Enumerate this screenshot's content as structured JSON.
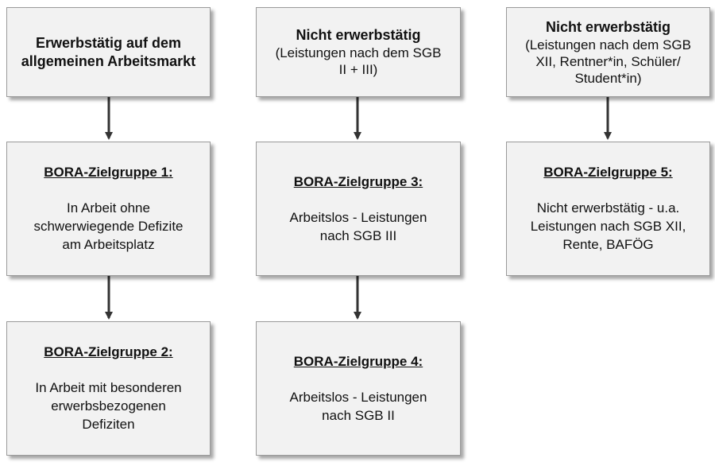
{
  "columns": [
    {
      "header": {
        "title_lines": [
          "Erwerbstätig auf dem",
          "allgemeinen Arbeitsmarkt"
        ],
        "sub_lines": []
      },
      "groups": [
        {
          "title": "BORA-Zielgruppe 1:",
          "lines": [
            "In Arbeit ohne",
            "schwerwiegende Defizite",
            "am Arbeitsplatz"
          ]
        },
        {
          "title": "BORA-Zielgruppe 2:",
          "lines": [
            "In Arbeit mit besonderen",
            "erwerbsbezogenen",
            "Defiziten"
          ]
        }
      ]
    },
    {
      "header": {
        "title_lines": [
          "Nicht erwerbstätig"
        ],
        "sub_lines": [
          "(Leistungen nach dem SGB",
          "II + III)"
        ]
      },
      "groups": [
        {
          "title": "BORA-Zielgruppe 3:",
          "lines": [
            "Arbeitslos - Leistungen",
            "nach SGB III"
          ]
        },
        {
          "title": "BORA-Zielgruppe 4:",
          "lines": [
            "Arbeitslos - Leistungen",
            "nach SGB II"
          ]
        }
      ]
    },
    {
      "header": {
        "title_lines": [
          "Nicht erwerbstätig"
        ],
        "sub_lines": [
          "(Leistungen nach dem SGB",
          "XII, Rentner*in, Schüler/",
          "Student*in)"
        ]
      },
      "groups": [
        {
          "title": "BORA-Zielgruppe 5:",
          "lines": [
            "Nicht erwerbstätig - u.a.",
            "Leistungen nach SGB XII,",
            "Rente, BAFÖG"
          ]
        }
      ]
    }
  ]
}
